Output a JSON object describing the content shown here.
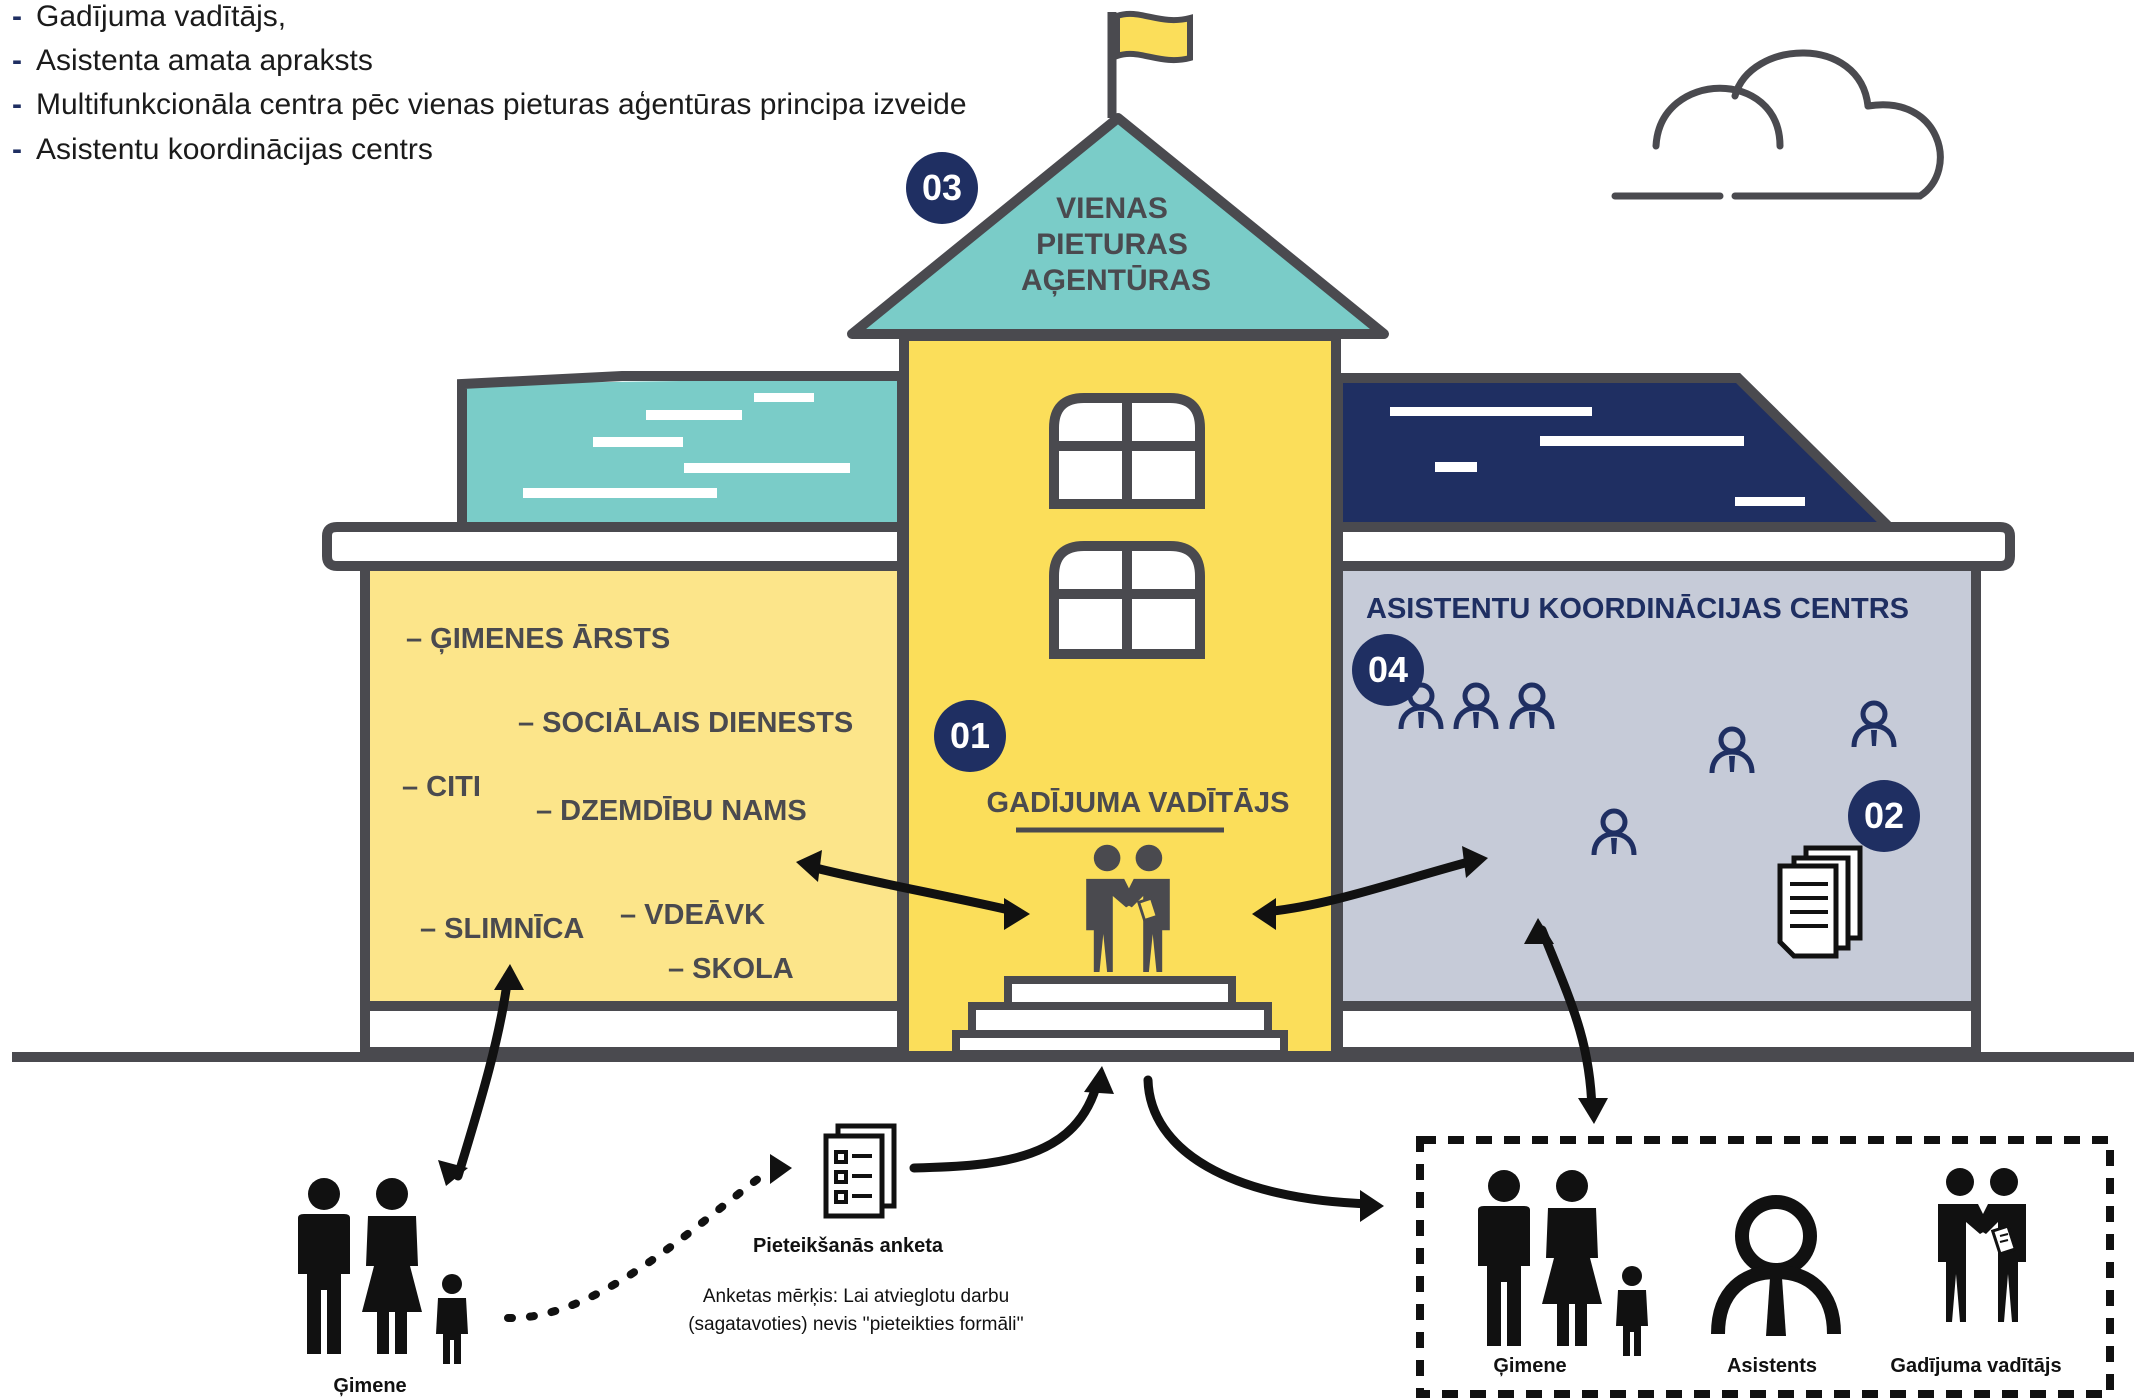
{
  "legend": [
    {
      "text": "Gadījuma vadītājs,"
    },
    {
      "text": "Asistenta amata apraksts"
    },
    {
      "text": "Multifunkcionāla centra pēc vienas pieturas aģentūras principa izveide"
    },
    {
      "text": "Asistentu koordinācijas centrs"
    }
  ],
  "roof": {
    "line1": "VIENAS",
    "line2": "PIETURAS",
    "line3": "AĢENTŪRAS"
  },
  "badges": {
    "b01": "01",
    "b02": "02",
    "b03": "03",
    "b04": "04"
  },
  "center": {
    "title": "GADĪJUMA VADĪTĀJS"
  },
  "left_wing": {
    "items": [
      "– ĢIMENES ĀRSTS",
      "– SOCIĀLAIS DIENESTS",
      "– CITI",
      "– DZEMDĪBU NAMS",
      "– SLIMNĪCA",
      "– VDEĀVK",
      "– SKOLA"
    ]
  },
  "right_wing": {
    "title": "ASISTENTU KOORDINĀCIJAS CENTRS"
  },
  "bottom": {
    "family_label": "Ģimene",
    "form_label": "Pieteikšanās anketa",
    "form_note_line1": "Anketas mērķis: Lai atvieglotu darbu",
    "form_note_line2": "(sagatavoties) nevis ''pieteikties formāli''",
    "team": {
      "family": "Ģimene",
      "assistant": "Asistents",
      "case_manager": "Gadījuma vadītājs"
    }
  },
  "colors": {
    "yellow": "#fbde5a",
    "light_yellow": "#fce58a",
    "teal": "#7accc8",
    "navy": "#1f2f62",
    "grey_panel": "#c6cbd8",
    "outline": "#4a4a4f",
    "ink": "#111111"
  }
}
